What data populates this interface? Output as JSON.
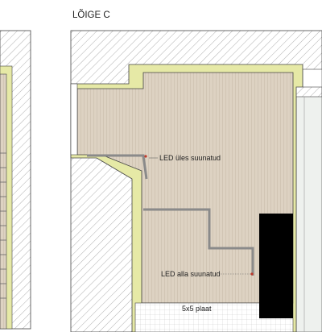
{
  "section_title": "LÕIGE C",
  "labels": {
    "led_up": "LED üles suunatud",
    "led_down": "LED alla suunatud",
    "floor_tile": "5x5 plaat"
  },
  "colors": {
    "background": "#ffffff",
    "hatch_line": "#9a9a9a",
    "insulation": "#e6e9a6",
    "wood_panel": "#ddd2c2",
    "wood_grain": "#c9bcab",
    "outline": "#444444",
    "led_strip": "#8a8a8a",
    "led_marker": "#c0392b",
    "dark_unit": "#000000",
    "glass": "#eef1ee"
  }
}
